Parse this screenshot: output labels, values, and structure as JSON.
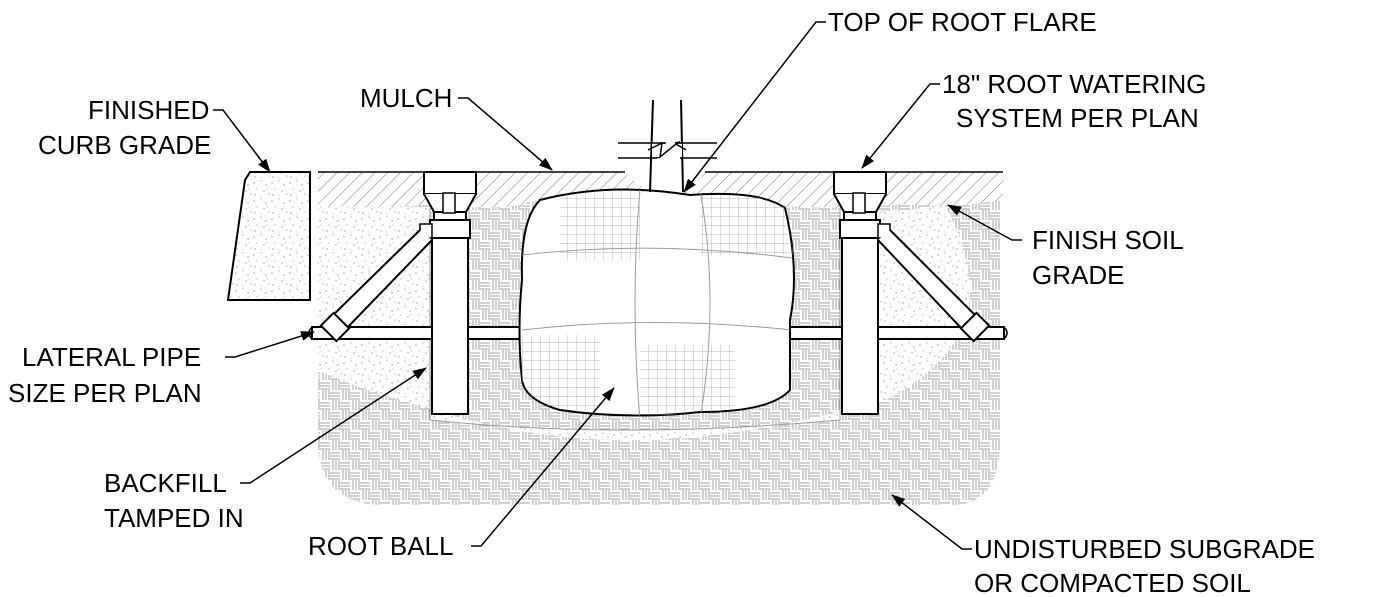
{
  "labels": {
    "top_of_root_flare": "TOP OF ROOT FLARE",
    "root_watering_l1": "18\" ROOT WATERING",
    "root_watering_l2": "SYSTEM PER PLAN",
    "mulch": "MULCH",
    "finished_curb_l1": "FINISHED",
    "finished_curb_l2": "CURB GRADE",
    "finish_soil_l1": "FINISH SOIL",
    "finish_soil_l2": "GRADE",
    "lateral_pipe_l1": "LATERAL PIPE",
    "lateral_pipe_l2": "SIZE PER PLAN",
    "backfill_l1": "BACKFILL",
    "backfill_l2": "TAMPED IN",
    "root_ball": "ROOT BALL",
    "subgrade_l1": "UNDISTURBED SUBGRADE",
    "subgrade_l2": "OR COMPACTED SOIL"
  }
}
